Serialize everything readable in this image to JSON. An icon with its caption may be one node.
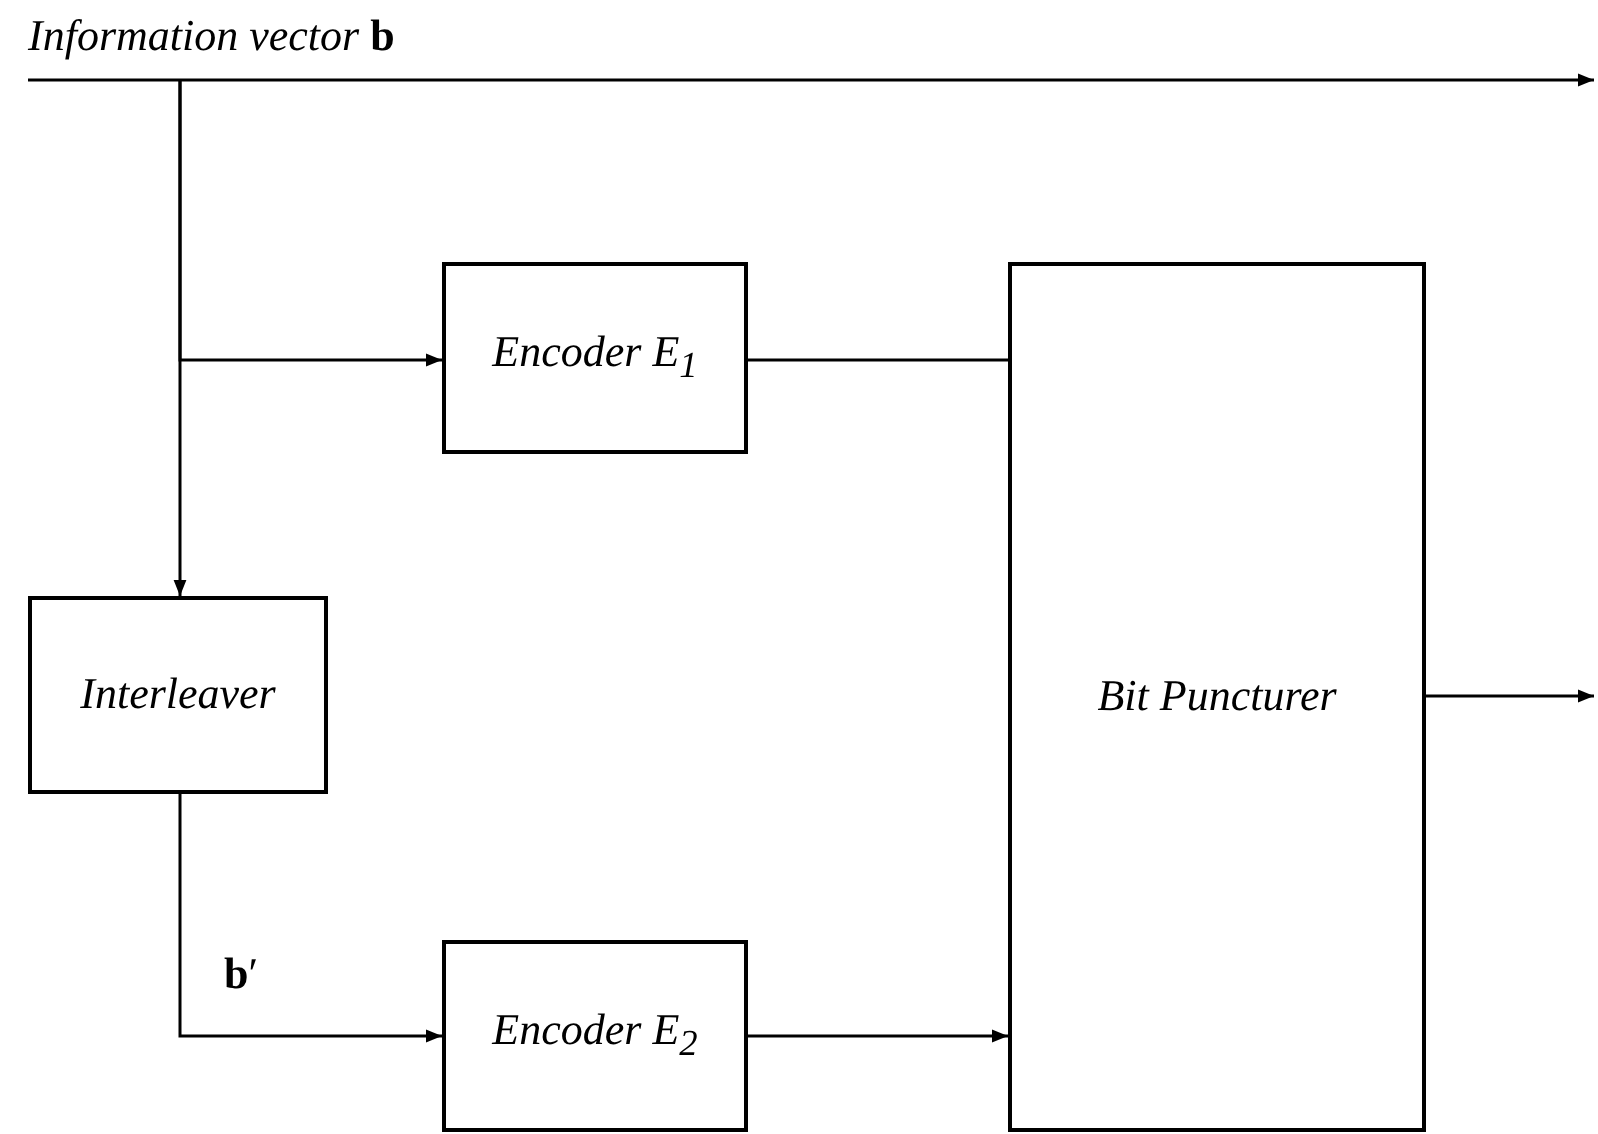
{
  "diagram": {
    "nodes": [
      {
        "text": [
          "*Information vector* **b**"
        ]
      },
      {
        "text": [
          "Encoder E$_{1}$"
        ]
      },
      {
        "text": [
          "Bit Puncturer"
        ]
      },
      {
        "text": [
          "Interleaver"
        ]
      },
      {
        "text": [
          "Encoder E$_{2}$"
        ]
      }
    ],
    "edges": [
      {
        "from": 0,
        "to": null,
        "arrow": "to"
      },
      {
        "from": 0,
        "to": 1,
        "arrow": "to"
      },
      {
        "from": 0,
        "to": 3,
        "arrow": "to"
      },
      {
        "from": 3,
        "to": 4,
        "arrow": "to",
        "label": "**b**′"
      },
      {
        "from": 4,
        "to": 2,
        "arrow": "to"
      },
      {
        "from": 1,
        "to": 2,
        "arrow": "none"
      },
      {
        "from": 2,
        "to": null,
        "arrow": "to"
      }
    ]
  }
}
